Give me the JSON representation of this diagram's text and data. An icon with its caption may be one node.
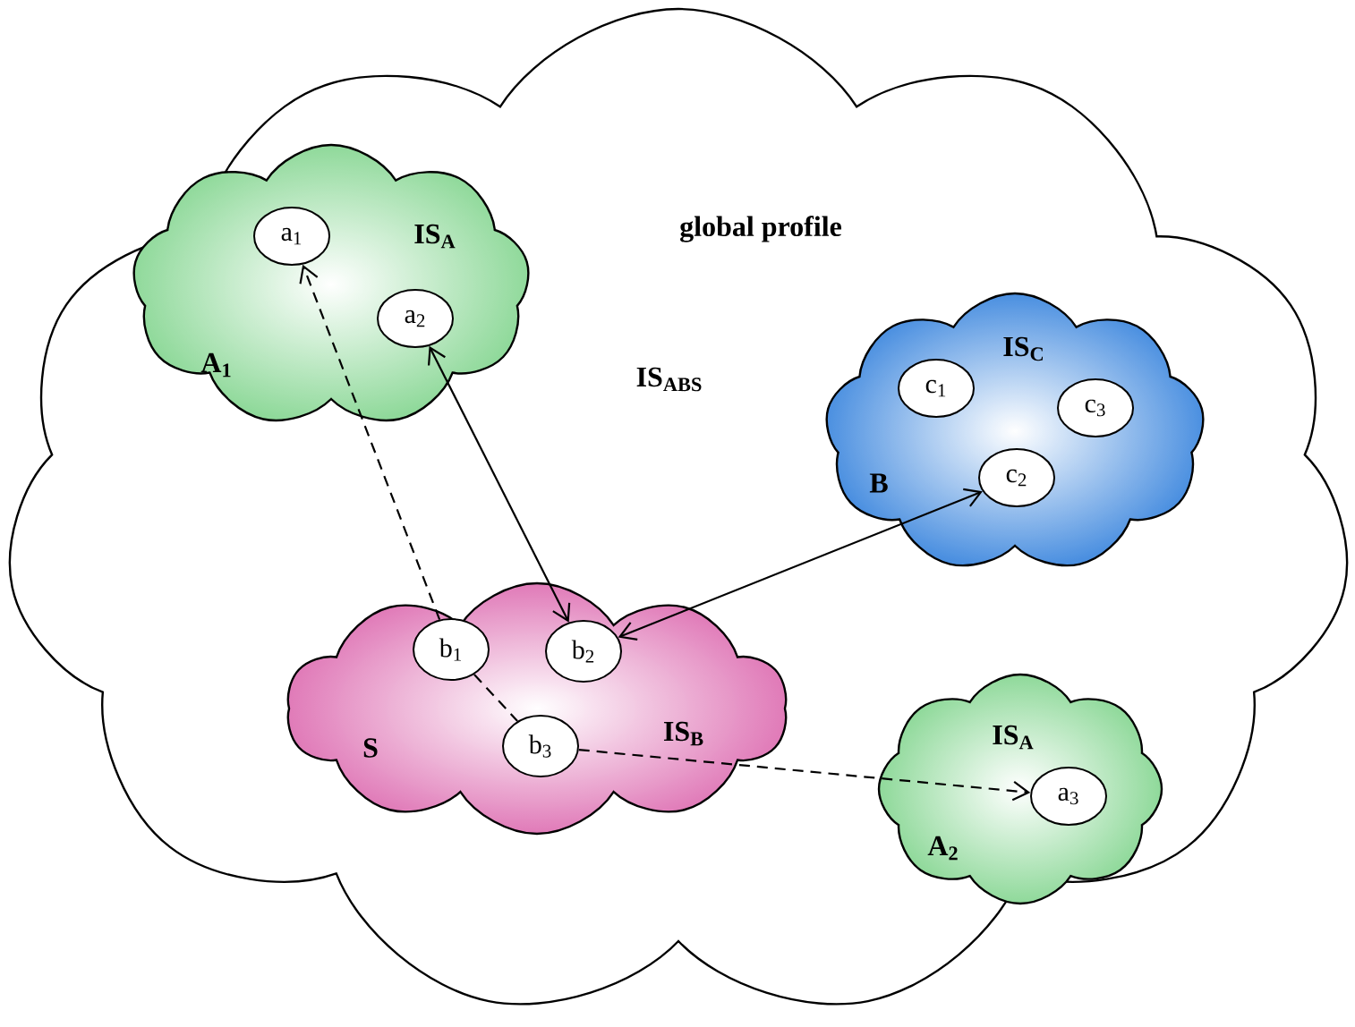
{
  "diagram": {
    "nodes": [
      {
        "text": [
          "global profile",
          "IS$_{ABS}$"
        ]
      },
      {
        "text": [
          "IS$_{A}$",
          "A$_{1}$"
        ],
        "in": 0
      },
      {
        "text": [
          "a$_{1}$"
        ],
        "in": 1
      },
      {
        "text": [
          "a$_{2}$"
        ],
        "in": 1
      },
      {
        "text": [
          "IS$_{C}$",
          "B"
        ],
        "in": 0
      },
      {
        "text": [
          "c$_{1}$"
        ],
        "in": 4
      },
      {
        "text": [
          "c$_{3}$"
        ],
        "in": 4
      },
      {
        "text": [
          "c$_{2}$"
        ],
        "in": 4
      },
      {
        "text": [
          "IS$_{B}$",
          "S"
        ],
        "in": 0
      },
      {
        "text": [
          "b$_{1}$"
        ],
        "in": 8
      },
      {
        "text": [
          "b$_{2}$"
        ],
        "in": 8
      },
      {
        "text": [
          "b$_{3}$"
        ],
        "in": 8
      },
      {
        "text": [
          "IS$_{A}$",
          "A$_{2}$"
        ],
        "in": 0
      },
      {
        "text": [
          "a$_{3}$"
        ],
        "in": 12
      }
    ],
    "edges": [
      {
        "from": 9,
        "to": 2,
        "arrow": "to",
        "style": "dashed"
      },
      {
        "from": 3,
        "to": 10,
        "arrow": "both"
      },
      {
        "from": 10,
        "to": 7,
        "arrow": "both"
      },
      {
        "from": 9,
        "to": 11,
        "arrow": "none",
        "style": "dashed"
      },
      {
        "from": 11,
        "to": 13,
        "arrow": "to",
        "style": "dashed"
      }
    ]
  }
}
